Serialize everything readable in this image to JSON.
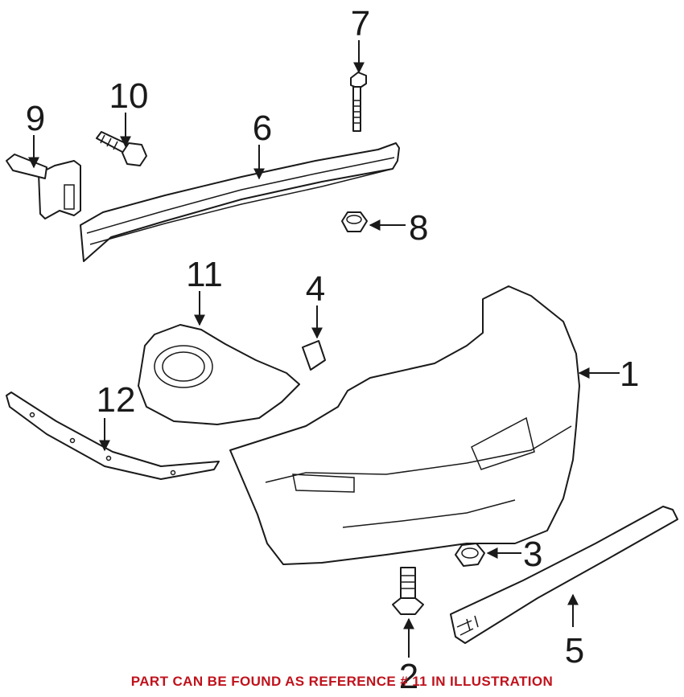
{
  "callouts": {
    "c1": "1",
    "c2": "2",
    "c3": "3",
    "c4": "4",
    "c5": "5",
    "c6": "6",
    "c7": "7",
    "c8": "8",
    "c9": "9",
    "c10": "10",
    "c11": "11",
    "c12": "12"
  },
  "caption": "PART CAN BE FOUND AS REFERENCE # 11 IN ILLUSTRATION",
  "colors": {
    "caption": "#c0121c",
    "line": "#1a1a1a"
  }
}
